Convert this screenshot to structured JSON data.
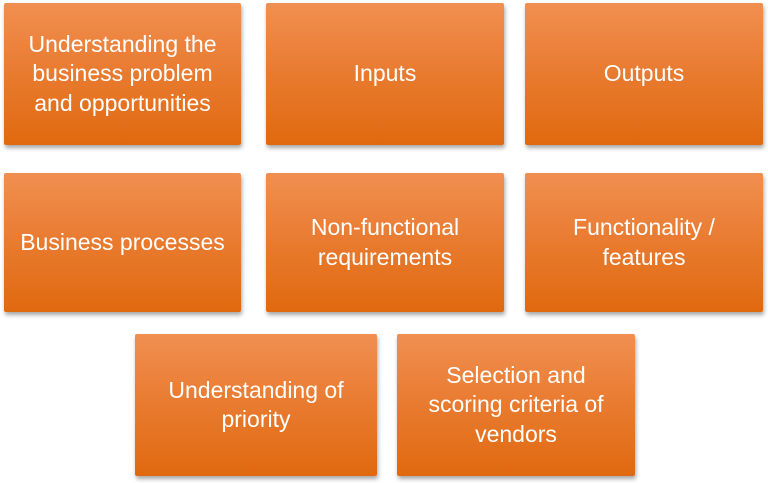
{
  "diagram": {
    "boxes": [
      {
        "label": "Understanding the business problem and opportunities"
      },
      {
        "label": "Inputs"
      },
      {
        "label": "Outputs"
      },
      {
        "label": "Business processes"
      },
      {
        "label": "Non-functional requirements"
      },
      {
        "label": "Functionality / features"
      },
      {
        "label": "Understanding of priority"
      },
      {
        "label": "Selection and scoring criteria of vendors"
      }
    ]
  },
  "colors": {
    "box_gradient_top": "#F18F51",
    "box_gradient_mid": "#E87A2E",
    "box_gradient_bottom": "#E0690F",
    "box_text": "#FFFFFF",
    "page_background": "#FFFFFF"
  }
}
